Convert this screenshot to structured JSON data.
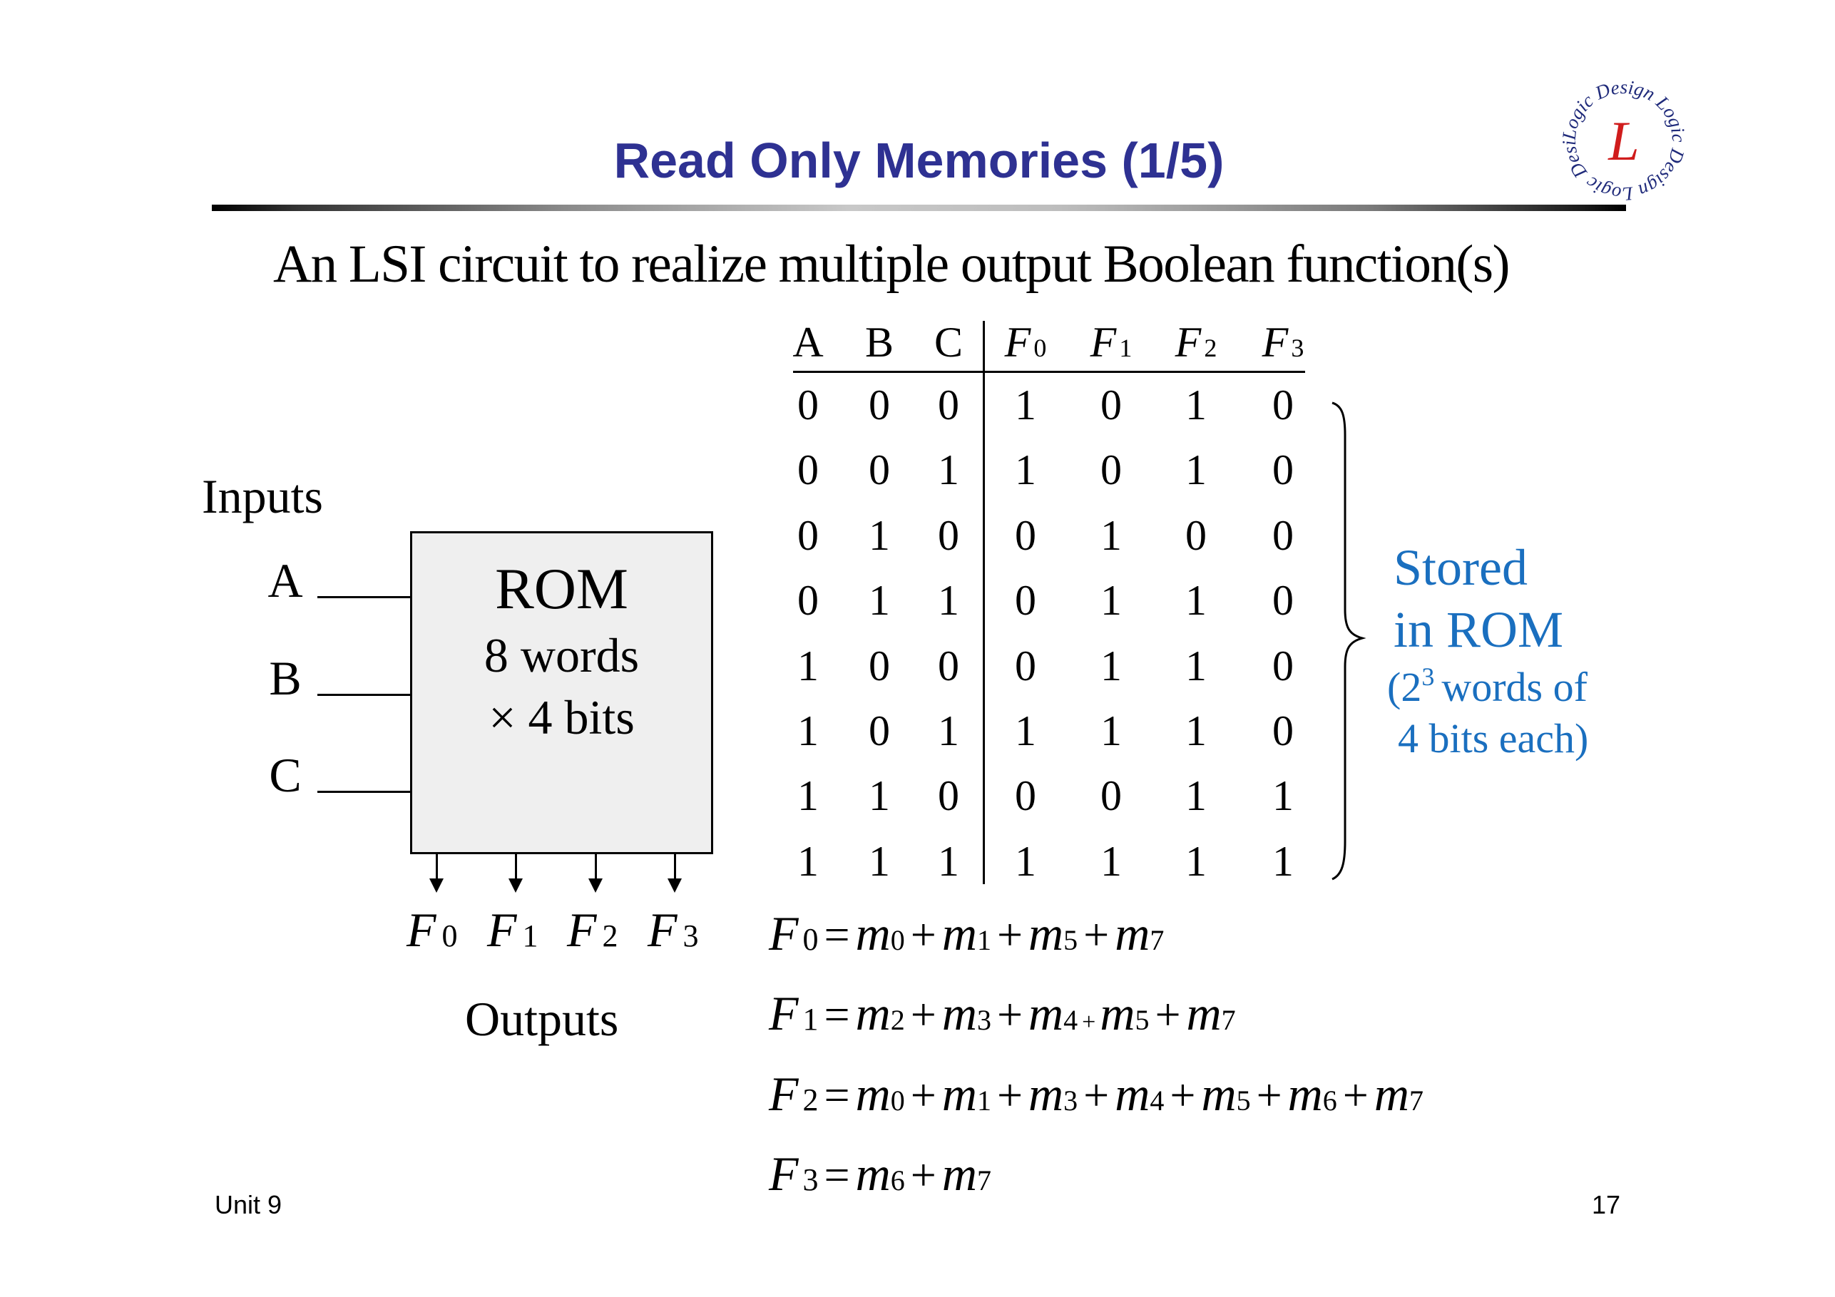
{
  "slide": {
    "title": "Read Only Memories (1/5)",
    "subtitle": "An LSI circuit to realize multiple output Boolean function(s)",
    "logo": {
      "icon": "logic-design-logo-icon",
      "ring_text": "Logic Design",
      "center_letter": "L",
      "colors": {
        "ring_text": "#1f2a7a",
        "center_letter": "#d01c1c"
      }
    },
    "accent_colors": {
      "title": "#2e3192",
      "annotation": "#1a6fbf"
    }
  },
  "diagram": {
    "inputs_label": "Inputs",
    "inputs": [
      "A",
      "B",
      "C"
    ],
    "rom_lines": [
      "ROM",
      "8 words",
      "× 4 bits"
    ],
    "outputs": [
      {
        "name": "F",
        "sub": "0"
      },
      {
        "name": "F",
        "sub": "1"
      },
      {
        "name": "F",
        "sub": "2"
      },
      {
        "name": "F",
        "sub": "3"
      }
    ],
    "outputs_label": "Outputs"
  },
  "truth_table": {
    "input_headers": [
      "A",
      "B",
      "C"
    ],
    "output_headers": [
      {
        "name": "F",
        "sub": "0"
      },
      {
        "name": "F",
        "sub": "1"
      },
      {
        "name": "F",
        "sub": "2"
      },
      {
        "name": "F",
        "sub": "3"
      }
    ],
    "rows": [
      [
        "0",
        "0",
        "0",
        "1",
        "0",
        "1",
        "0"
      ],
      [
        "0",
        "0",
        "1",
        "1",
        "0",
        "1",
        "0"
      ],
      [
        "0",
        "1",
        "0",
        "0",
        "1",
        "0",
        "0"
      ],
      [
        "0",
        "1",
        "1",
        "0",
        "1",
        "1",
        "0"
      ],
      [
        "1",
        "0",
        "0",
        "0",
        "1",
        "1",
        "0"
      ],
      [
        "1",
        "0",
        "1",
        "1",
        "1",
        "1",
        "0"
      ],
      [
        "1",
        "1",
        "0",
        "0",
        "0",
        "1",
        "1"
      ],
      [
        "1",
        "1",
        "1",
        "1",
        "1",
        "1",
        "1"
      ]
    ]
  },
  "annotation": {
    "line1": "Stored",
    "line2": "in ROM",
    "line3_prefix": "(2",
    "line3_sup": "3",
    "line3_suffix": "words of",
    "line4": "4 bits each)"
  },
  "equations": [
    {
      "lhs": "F",
      "lhs_sub": "0",
      "terms": [
        "0",
        "1",
        "5",
        "7"
      ],
      "small_plus_after": []
    },
    {
      "lhs": "F",
      "lhs_sub": "1",
      "terms": [
        "2",
        "3",
        "4",
        "5",
        "7"
      ],
      "small_plus_after": [
        2
      ]
    },
    {
      "lhs": "F",
      "lhs_sub": "2",
      "terms": [
        "0",
        "1",
        "3",
        "4",
        "5",
        "6",
        "7"
      ],
      "small_plus_after": []
    },
    {
      "lhs": "F",
      "lhs_sub": "3",
      "terms": [
        "6",
        "7"
      ],
      "small_plus_after": []
    }
  ],
  "symbols": {
    "minterm": "m",
    "equals": "=",
    "plus": "+"
  },
  "footer": {
    "left": "Unit 9",
    "page": "17"
  }
}
